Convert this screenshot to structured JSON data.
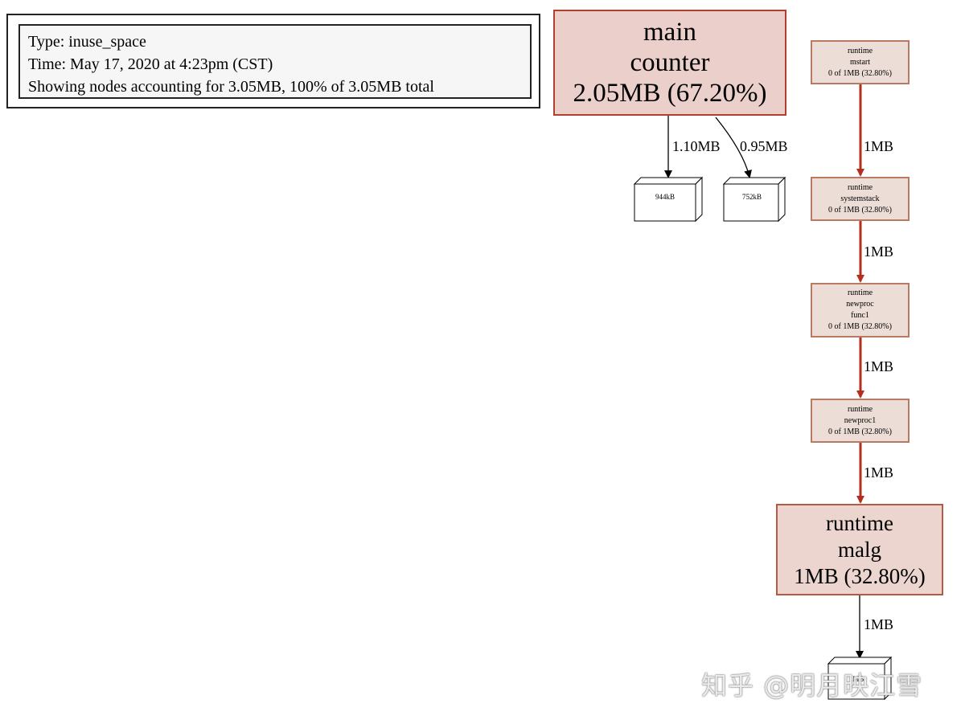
{
  "legend": {
    "type_line": "Type: inuse_space",
    "time_line": "Time: May 17, 2020 at 4:23pm (CST)",
    "summary_line": "Showing nodes accounting for 3.05MB, 100% of 3.05MB total"
  },
  "nodes": {
    "main_counter": {
      "line1": "main",
      "line2": "counter",
      "line3": "2.05MB (67.20%)"
    },
    "mstart": {
      "line1": "runtime",
      "line2": "mstart",
      "line3": "0 of 1MB (32.80%)"
    },
    "systemstack": {
      "line1": "runtime",
      "line2": "systemstack",
      "line3": "0 of 1MB (32.80%)"
    },
    "newproc_func1": {
      "line1": "runtime",
      "line2": "newproc",
      "line3": "func1",
      "line4": "0 of 1MB (32.80%)"
    },
    "newproc1": {
      "line1": "runtime",
      "line2": "newproc1",
      "line3": "0 of 1MB (32.80%)"
    },
    "malg": {
      "line1": "runtime",
      "line2": "malg",
      "line3": "1MB (32.80%)"
    }
  },
  "alloc_boxes": {
    "box_944": "944kB",
    "box_752": "752kB",
    "box_bottom": "1MB"
  },
  "edges": {
    "main_to_944": "1.10MB",
    "main_to_752": "0.95MB",
    "mstart_to_systemstack": "1MB",
    "systemstack_to_func1": "1MB",
    "func1_to_newproc1": "1MB",
    "newproc1_to_malg": "1MB",
    "malg_to_box": "1MB"
  },
  "colors": {
    "hot_edge": "#b2301b",
    "cold_edge": "#000000",
    "hot_node_fill": "#ebcfcb",
    "warm_node_fill": "#ecddd6"
  },
  "watermark": "知乎 @明月映江雪"
}
